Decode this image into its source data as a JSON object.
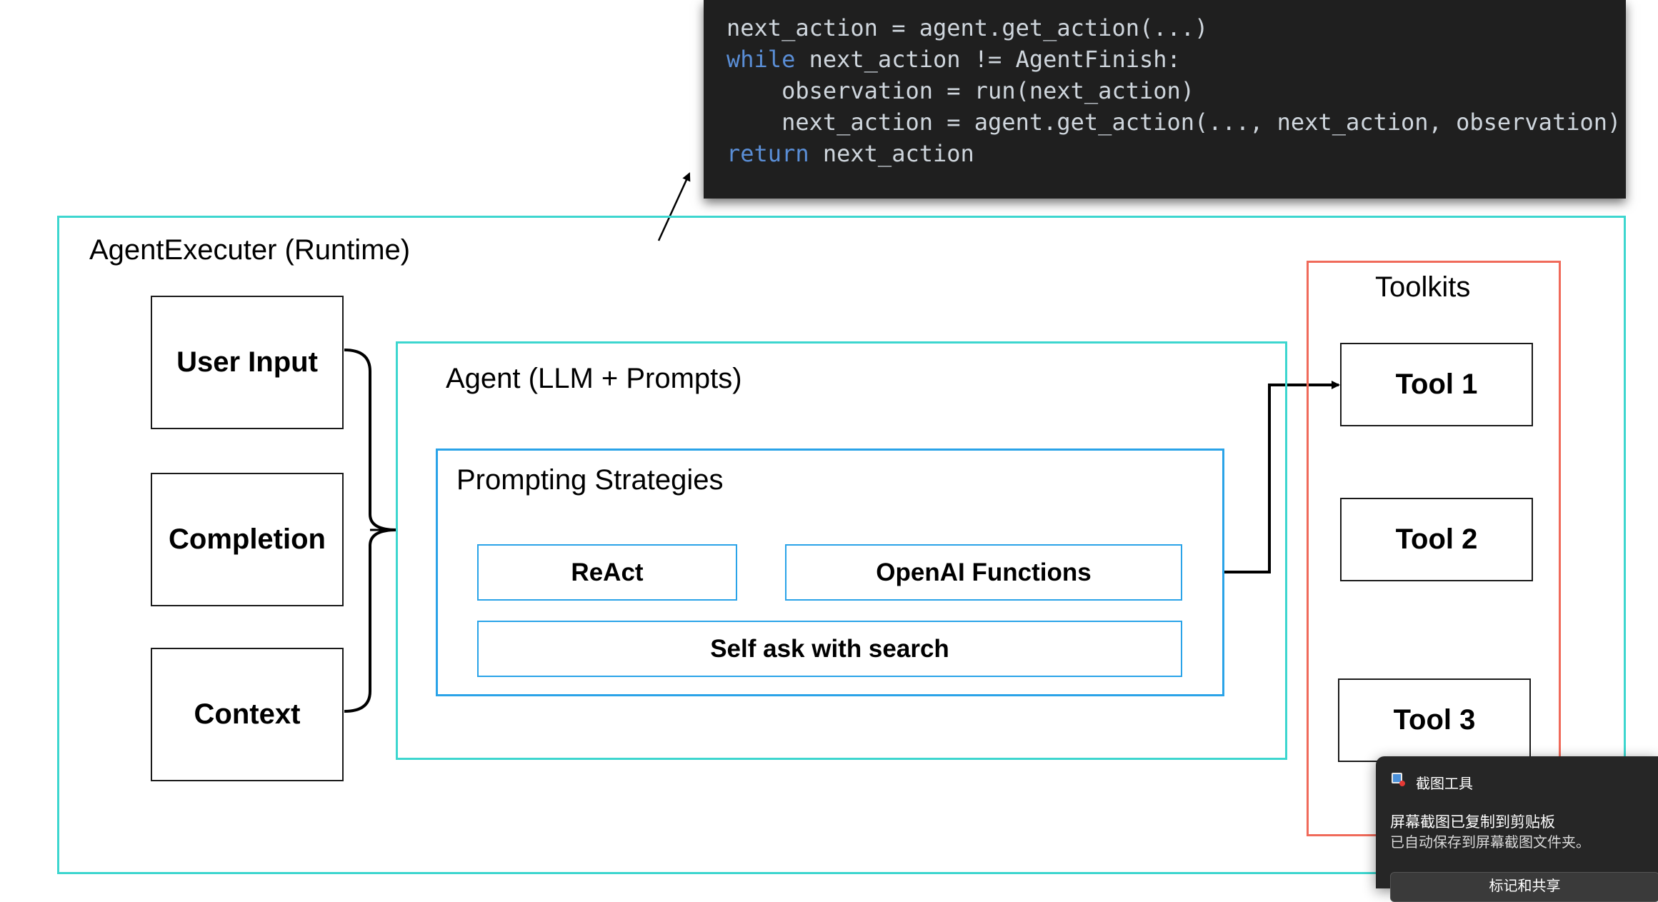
{
  "code": {
    "line1": "next_action = agent.get_action(...)",
    "line2_kw": "while",
    "line2_rest": " next_action != AgentFinish:",
    "line3": "    observation = run(next_action)",
    "line4": "    next_action = agent.get_action(..., next_action, observation)",
    "line5_kw": "return",
    "line5_rest": " next_action"
  },
  "runtime": {
    "title": "AgentExecuter (Runtime)"
  },
  "inputs": [
    "User Input",
    "Completion",
    "Context"
  ],
  "agent": {
    "title": "Agent (LLM + Prompts)"
  },
  "strategies": {
    "title": "Prompting Strategies",
    "react": "ReAct",
    "openai": "OpenAI Functions",
    "selfask": "Self ask with search"
  },
  "toolkits": {
    "title": "Toolkits",
    "tools": [
      "Tool 1",
      "Tool 2",
      "Tool 3"
    ]
  },
  "toast": {
    "app_name": "截图工具",
    "title": "屏幕截图已复制到剪贴板",
    "body": "已自动保存到屏幕截图文件夹。",
    "button": "标记和共享"
  },
  "colors": {
    "teal": "#3dd6cf",
    "blue": "#2aa3e8",
    "red": "#f06a5a",
    "code_bg": "#1f1f1f"
  }
}
